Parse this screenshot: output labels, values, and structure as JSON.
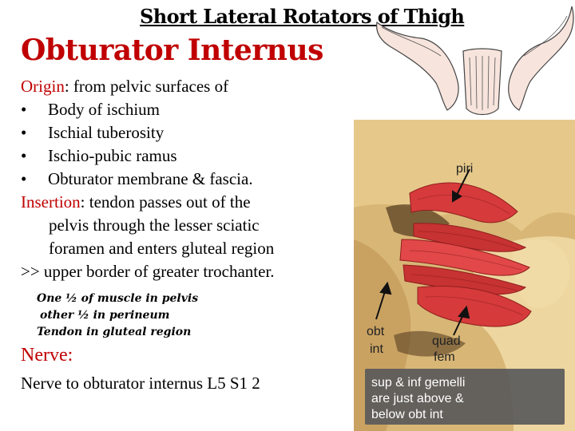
{
  "header": "Short Lateral Rotators of Thigh",
  "title": "Obturator Internus",
  "origin": {
    "label": "Origin",
    "intro": ":  from pelvic surfaces of",
    "bullet_symbol": "•",
    "items": [
      "Body of ischium",
      "Ischial tuberosity",
      "Ischio-pubic ramus",
      "Obturator membrane & fascia."
    ]
  },
  "insertion": {
    "label": "Insertion",
    "lines": [
      ": tendon passes out of the",
      "pelvis through the lesser sciatic",
      "foramen and enters gluteal region",
      ">> upper border of greater trochanter."
    ]
  },
  "notes": [
    "One ½  of muscle in pelvis",
    "other ½  in perineum",
    "Tendon in gluteal region"
  ],
  "nerve": {
    "label": "Nerve:",
    "text": "Nerve to obturator internus L5 S1 2"
  },
  "figure_labels": {
    "piri": "piri",
    "obt_int": [
      "obt",
      "int"
    ],
    "quad_fem": [
      "quad",
      "fem"
    ],
    "gemelli": [
      "sup & inf gemelli",
      "are just above &",
      "below obt int"
    ]
  },
  "colors": {
    "accent_red": "#c00000",
    "bone": "#e6c98a",
    "muscle": "#d63a3a",
    "label_box": "#5a5a5a"
  }
}
